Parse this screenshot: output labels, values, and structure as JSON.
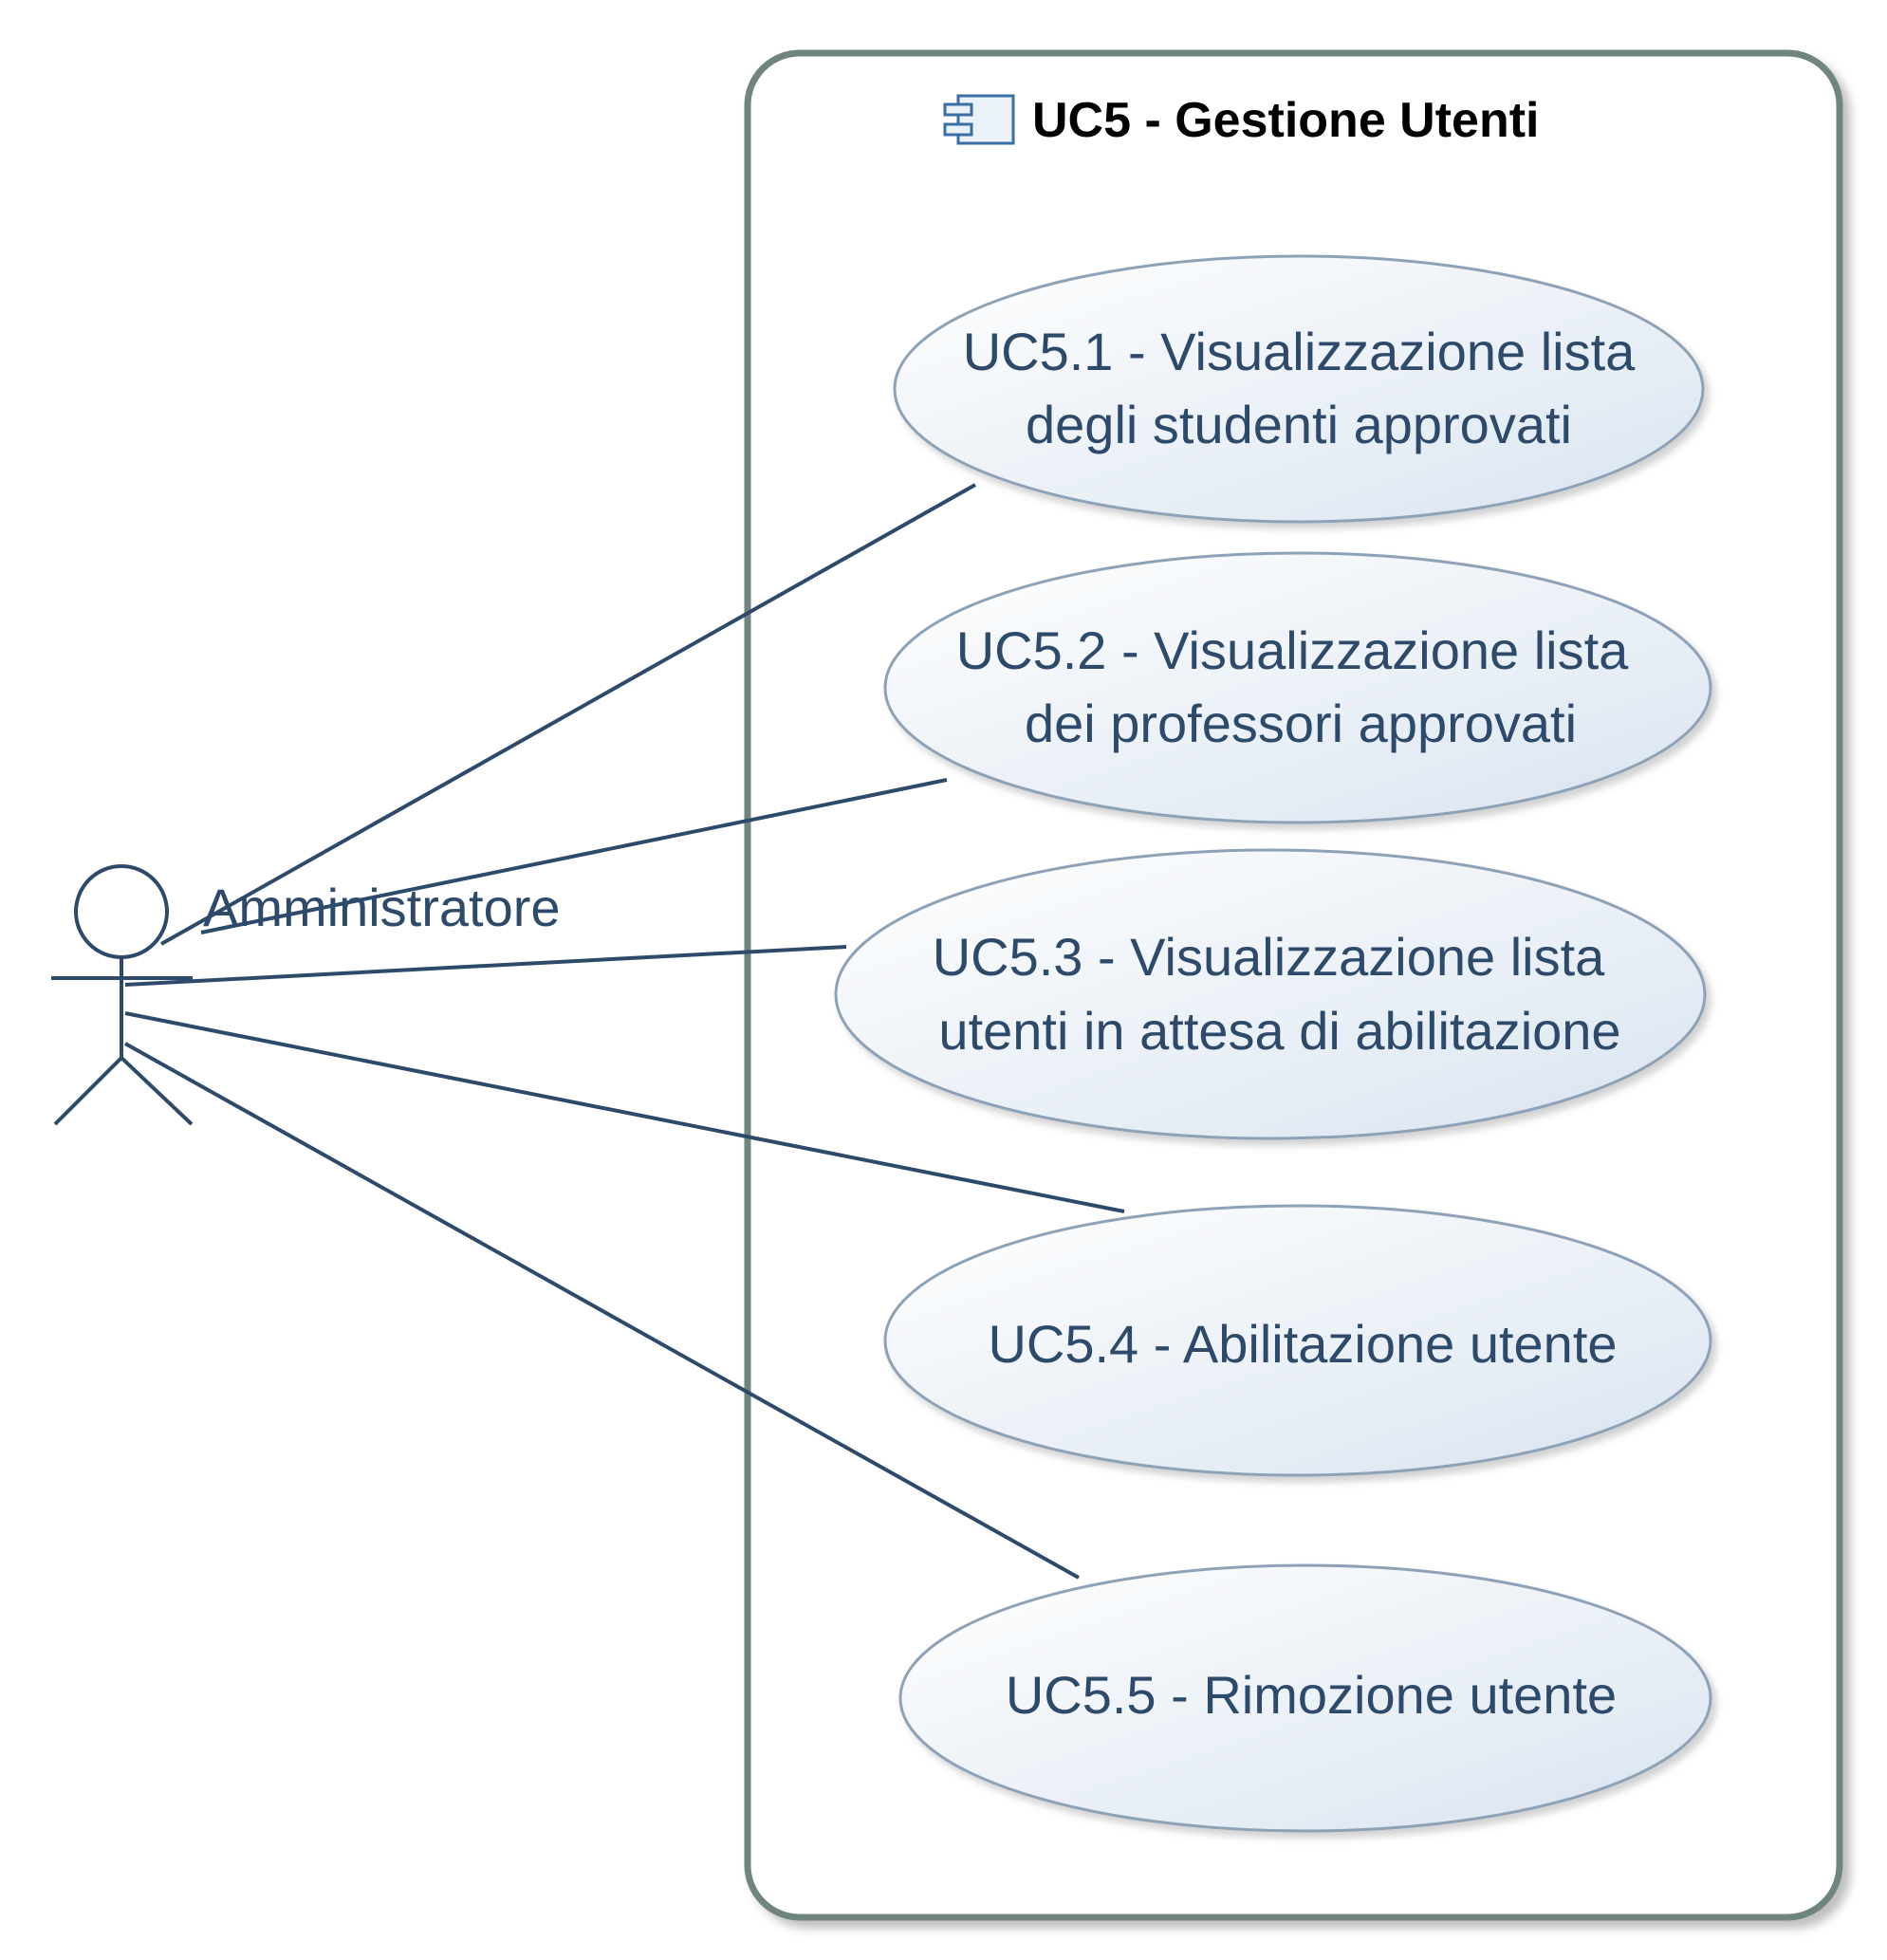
{
  "system": {
    "title": "UC5 - Gestione Utenti",
    "icon": "component-icon"
  },
  "actor": {
    "name": "Amministratore",
    "icon": "actor-stick-figure-icon"
  },
  "use_cases": [
    {
      "id": "uc5-1",
      "lines": [
        "UC5.1 - Visualizzazione lista",
        "degli studenti approvati"
      ]
    },
    {
      "id": "uc5-2",
      "lines": [
        "UC5.2 - Visualizzazione lista",
        "dei professori approvati"
      ]
    },
    {
      "id": "uc5-3",
      "lines": [
        "UC5.3 - Visualizzazione lista",
        "utenti in attesa di abilitazione"
      ]
    },
    {
      "id": "uc5-4",
      "lines": [
        "UC5.4 - Abilitazione utente"
      ]
    },
    {
      "id": "uc5-5",
      "lines": [
        "UC5.5 - Rimozione utente"
      ]
    }
  ],
  "associations": [
    {
      "from": "actor",
      "to": "uc5-1"
    },
    {
      "from": "actor",
      "to": "uc5-2"
    },
    {
      "from": "actor",
      "to": "uc5-3"
    },
    {
      "from": "actor",
      "to": "uc5-4"
    },
    {
      "from": "actor",
      "to": "uc5-5"
    }
  ],
  "colors": {
    "line": "#2d4a6a",
    "boundary": "#6f8580",
    "ellipse_stroke": "#8ea2b7",
    "ellipse_fill_light": "#ffffff",
    "ellipse_fill_dark": "#d9e4f0"
  }
}
